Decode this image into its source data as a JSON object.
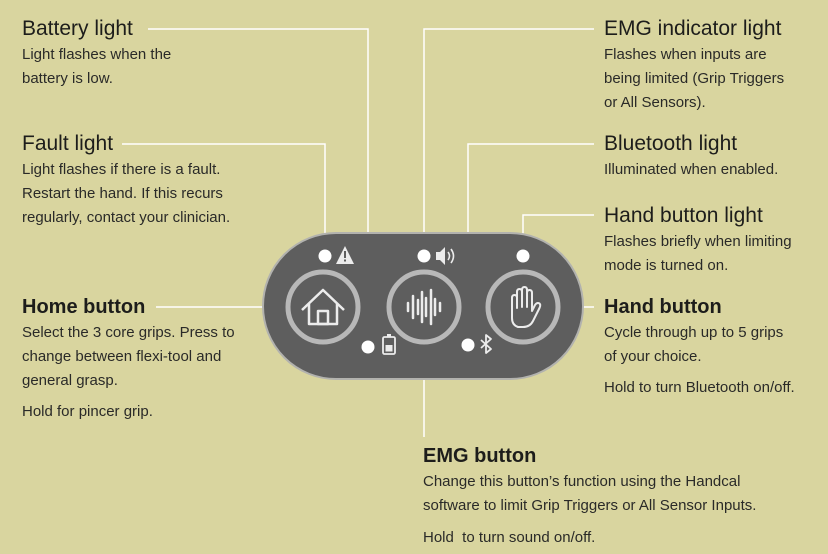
{
  "colors": {
    "background": "#d9d59f",
    "panel": "#5e5e5e",
    "panel_border": "#b2b2ae",
    "button_ring": "#b8b8b8",
    "indicator": "#ffffff",
    "leader_line": "#ffffff"
  },
  "callouts": {
    "battery_light": {
      "title": "Battery light",
      "lines": [
        "Light flashes when the",
        "battery is low."
      ]
    },
    "fault_light": {
      "title": "Fault light",
      "lines": [
        "Light flashes if there is a fault.",
        "Restart the hand. If this recurs",
        "regularly, contact your clinician."
      ]
    },
    "home_button": {
      "title": "Home button",
      "lines": [
        "Select the 3 core grips. Press to",
        "change between flexi-tool and",
        "general grasp."
      ],
      "note": "Hold for pincer grip."
    },
    "emg_indicator_light": {
      "title": "EMG indicator light",
      "lines": [
        "Flashes when inputs are",
        "being limited (Grip Triggers",
        "or All Sensors)."
      ]
    },
    "bluetooth_light": {
      "title": "Bluetooth light",
      "lines": [
        "Illuminated when enabled."
      ]
    },
    "hand_button_light": {
      "title": "Hand button light",
      "lines": [
        "Flashes briefly when limiting",
        "mode is turned on."
      ]
    },
    "hand_button": {
      "title": "Hand button",
      "lines": [
        "Cycle through up to 5 grips",
        "of your choice."
      ],
      "note": "Hold to turn Bluetooth on/off."
    },
    "emg_button": {
      "title": "EMG button",
      "lines": [
        "Change this button’s function using the Handcal",
        "software to limit Grip Triggers or All Sensor Inputs."
      ],
      "note": "Hold  to turn sound on/off."
    }
  },
  "icons": [
    "warning-icon",
    "speaker-icon",
    "battery-icon",
    "bluetooth-icon",
    "home-icon",
    "waveform-icon",
    "hand-icon"
  ]
}
